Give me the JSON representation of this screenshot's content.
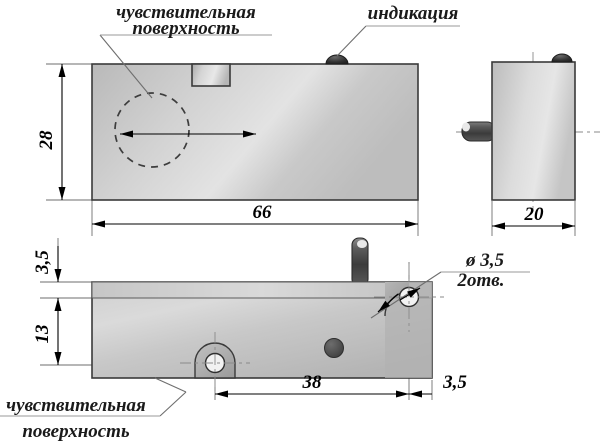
{
  "drawing": {
    "type": "mechanical-dimension-drawing",
    "units": "mm",
    "colors": {
      "body_light": "#d8d8d8",
      "body_mid": "#c2c2c2",
      "body_dark": "#a8a8a8",
      "outline": "#3a3a3a",
      "connector": "#555555",
      "text": "#1a1a1a",
      "dimension_line": "#555555"
    }
  },
  "annotations": {
    "sensitive_surface_top_line1": "чувствительная",
    "sensitive_surface_top_line2": "поверхность",
    "indication": "индикация",
    "sensitive_surface_bottom_line1": "чувствительная",
    "sensitive_surface_bottom_line2": "поверхность",
    "hole_diameter": "ø 3,5",
    "hole_count": "2отв."
  },
  "dimensions": {
    "height_28": "28",
    "length_66": "66",
    "width_20": "20",
    "offset_35_top": "3,5",
    "height_13": "13",
    "length_38": "38",
    "offset_35_right": "3,5"
  },
  "views": {
    "front": {
      "name": "front-view",
      "label_height": "28",
      "label_length": "66"
    },
    "side": {
      "name": "side-view",
      "label_width": "20"
    },
    "bottom": {
      "name": "bottom-view",
      "label_height": "13",
      "label_length": "38"
    }
  },
  "features": {
    "sensing_zone_marker": "dashed-circle",
    "indicator_led": "dome-bump",
    "recess_notch": "rectangular-recess",
    "cable_stub": "cable-exit",
    "mounting_hole_left": "through-hole",
    "mounting_hole_right": "through-hole",
    "dark_dot": "screw-or-port"
  }
}
